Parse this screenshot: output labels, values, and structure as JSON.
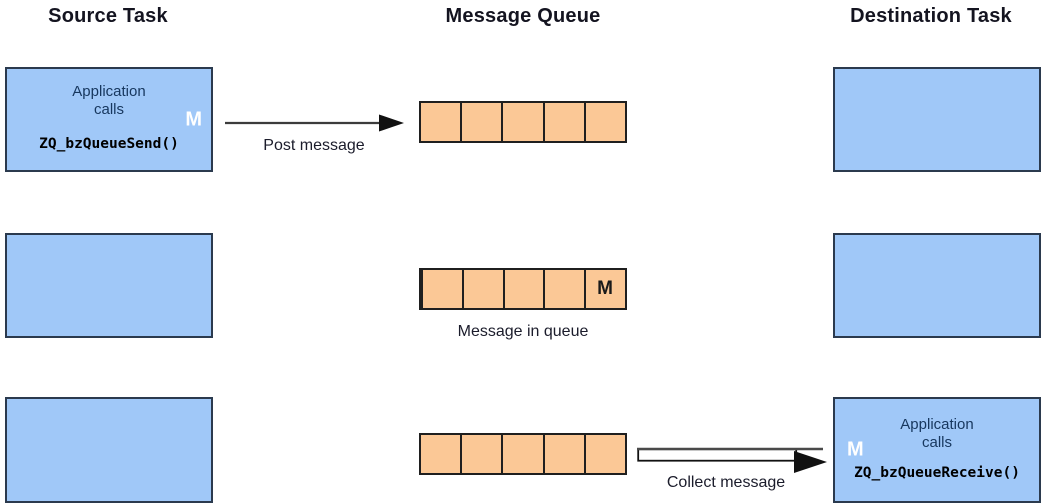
{
  "headers": {
    "source": "Source Task",
    "message_queue": "Message Queue",
    "destination": "Destination Task"
  },
  "row1": {
    "source_box": {
      "line1": "Application",
      "line2": "calls",
      "code": "ZQ_bzQueueSend()",
      "marker": "M"
    },
    "arrow_label": "Post message"
  },
  "row2": {
    "queue_marker": "M",
    "label": "Message in queue"
  },
  "row3": {
    "arrow_label": "Collect message",
    "destination_box": {
      "line1": "Application",
      "line2": "calls",
      "code": "ZQ_bzQueueReceive()",
      "marker": "M"
    }
  },
  "queue": {
    "cell_count": 5
  },
  "colors": {
    "task_fill": "#a0c8f8",
    "task_border": "#2b3a4e",
    "cell_fill": "#fbc896",
    "cell_border": "#1f1f1f",
    "header_text": "#141420",
    "label_text": "#1b1c2b",
    "app_text": "#17375e",
    "code_text": "#000000",
    "marker_white": "#ffffff",
    "marker_dark": "#1a1a1a",
    "arrow": "#333333"
  }
}
